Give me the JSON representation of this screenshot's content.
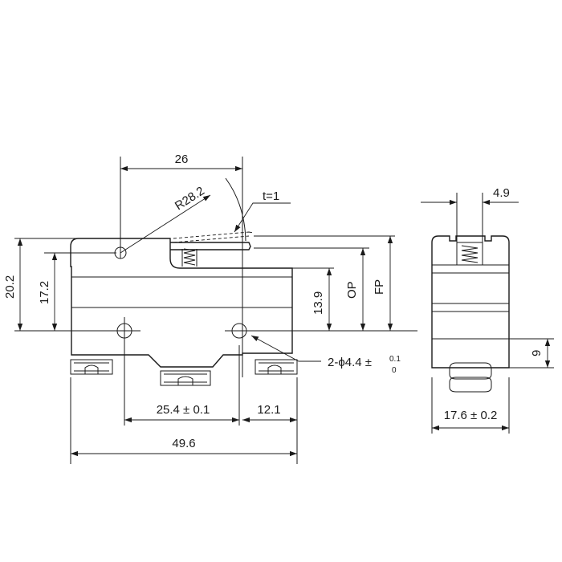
{
  "front_view": {
    "lever_length": "26",
    "lever_radius": "R28.2",
    "lever_thickness": "t=1",
    "height_total": "20.2",
    "height_mid": "17.2",
    "plunger_height": "13.9",
    "op_label": "OP",
    "fp_label": "FP",
    "hole_spacing": "25.4 ± 0.1",
    "right_offset": "12.1",
    "overall_length": "49.6",
    "mounting_holes_prefix": "2-ϕ4.4 ±",
    "mounting_holes_tol_upper": "0.1",
    "mounting_holes_tol_lower": "0"
  },
  "side_view": {
    "plunger_width": "4.9",
    "terminal_height": "9",
    "body_width": "17.6 ± 0.2"
  }
}
